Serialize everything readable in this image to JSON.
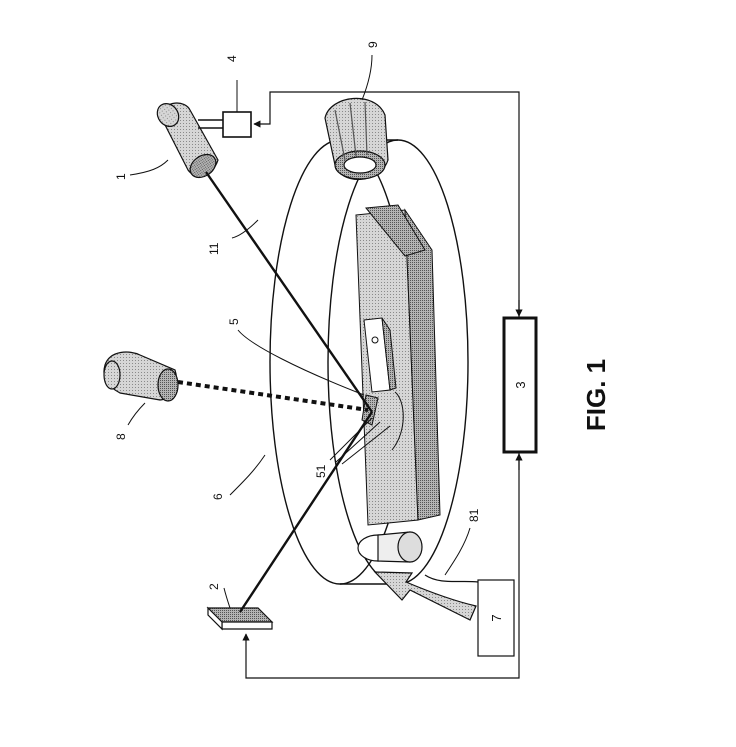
{
  "figure": {
    "caption": "FIG. 1"
  },
  "labels": {
    "laser": "1",
    "detector": "2",
    "processor": "3",
    "driver": "4",
    "probe": "5",
    "probe_tips": "51",
    "chamber": "6",
    "source": "7",
    "camera": "8",
    "pump": "9",
    "beam": "11",
    "feed_line": "81"
  },
  "colors": {
    "ink": "#111111",
    "stipple": "#c8c8c8",
    "stipple_dark": "#9a9a9a"
  }
}
